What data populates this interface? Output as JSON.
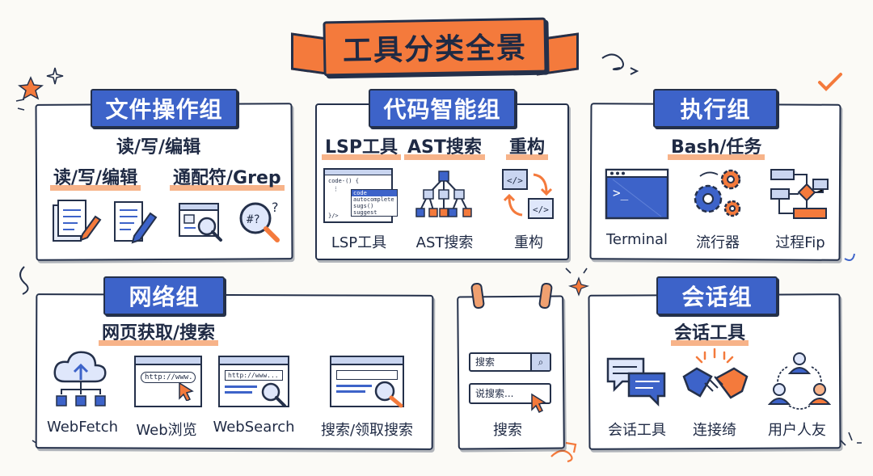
{
  "title": "工具分类全景",
  "colors": {
    "accent_orange": "#f47a3c",
    "accent_blue": "#3d63c9",
    "ink": "#24304a",
    "highlight": "#f7b389"
  },
  "groups": {
    "file": {
      "name": "文件操作组",
      "subtitle": "读/写/编辑",
      "sections": [
        "读/写/编辑",
        "通配符/Grep"
      ],
      "icons": [
        "document-pen-icon",
        "document-edit-icon",
        "window-search-icon",
        "regex-search-icon"
      ]
    },
    "code": {
      "name": "代码智能组",
      "sections": [
        "LSP工具",
        "AST搜索",
        "重构"
      ],
      "items": [
        "LSP工具",
        "AST搜索",
        "重构"
      ],
      "code_snippet": {
        "header": "code-() {",
        "footer": "}/>",
        "popup": [
          "code",
          "autocomplete",
          "sugs()",
          "suggest"
        ]
      }
    },
    "exec": {
      "name": "执行组",
      "subtitle": "Bash/任务",
      "items": [
        "Terminal",
        "流行器",
        "过程Fip"
      ]
    },
    "network": {
      "name": "网络组",
      "subtitle": "网页获取/搜索",
      "items": [
        "WebFetch",
        "Web浏览",
        "WebSearch",
        "搜索/领取搜索"
      ],
      "urls": [
        "http://www.",
        "http://www..."
      ]
    },
    "search": {
      "item": "搜索",
      "box1": "搜索",
      "box2": "说搜索..."
    },
    "session": {
      "name": "会话组",
      "subtitle": "会话工具",
      "items": [
        "会话工具",
        "连接绮",
        "用户人友"
      ]
    }
  }
}
